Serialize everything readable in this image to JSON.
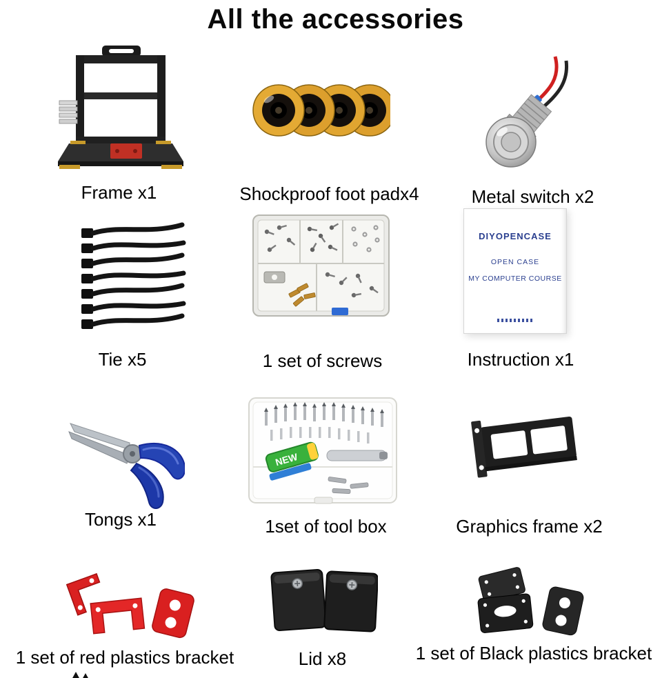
{
  "title": "All the accessories",
  "items": [
    {
      "label": "Frame x1"
    },
    {
      "label": "Shockproof foot padx4"
    },
    {
      "label": "Metal switch x2"
    },
    {
      "label": "Tie x5"
    },
    {
      "label": "1 set of screws"
    },
    {
      "label": "Instruction x1"
    },
    {
      "label": "Tongs x1"
    },
    {
      "label": "1set of tool box"
    },
    {
      "label": "Graphics frame x2"
    },
    {
      "label": "1 set of red plastics bracket"
    },
    {
      "label": "Lid x8"
    },
    {
      "label": "1 set of Black plastics bracket"
    }
  ],
  "booklet": {
    "line1": "DIYOPENCASE",
    "line2": "OPEN CASE",
    "line3": "MY COMPUTER COURSE"
  },
  "toolbox": {
    "sticker": "NEW"
  },
  "colors": {
    "accent_red": "#d92121",
    "gold": "#c79a2a",
    "booklet_blue": "#2a3f8f",
    "handle_blue": "#2544b4"
  }
}
